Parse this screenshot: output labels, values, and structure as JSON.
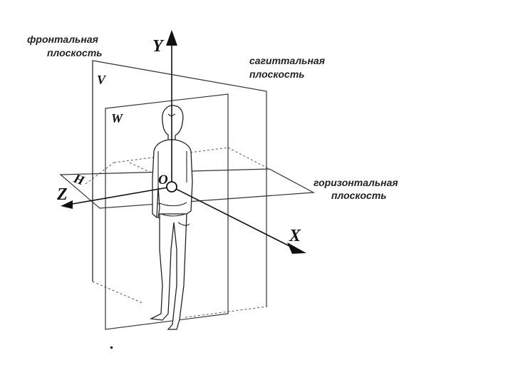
{
  "labels": {
    "frontal_line1": "фронтальная",
    "frontal_line2": "плоскость",
    "sagittal_line1": "сагиттальная",
    "sagittal_line2": "плоскость",
    "horizontal_line1": "горизонтальная",
    "horizontal_line2": "плоскость"
  },
  "axes": {
    "y": "Y",
    "x": "X",
    "z": "Z",
    "origin": "O"
  },
  "planes": {
    "v": "V",
    "w": "W",
    "h": "H"
  },
  "colors": {
    "ink": "#111111",
    "background": "#ffffff"
  }
}
